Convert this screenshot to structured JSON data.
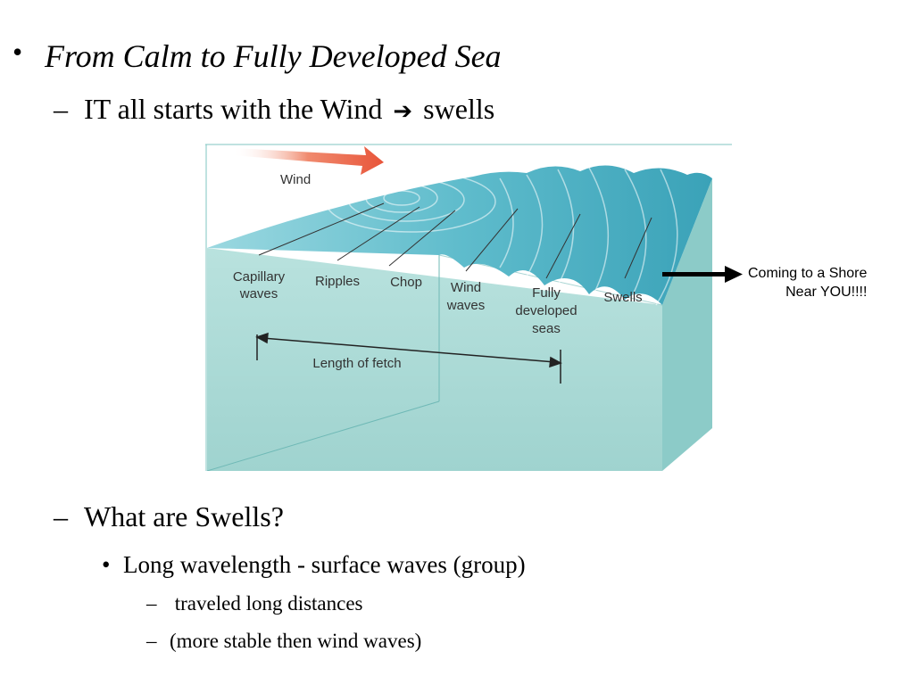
{
  "slide": {
    "bullet1": {
      "marker": "•",
      "text": "From Calm to Fully Developed Sea"
    },
    "sub1": {
      "marker": "–",
      "text_before": "IT all starts with the Wind",
      "arrow": "➔",
      "text_after": "swells"
    },
    "sub2": {
      "marker": "–",
      "text": "What are Swells?"
    },
    "sub2_bullet": {
      "marker": "•",
      "text": "Long wavelength - surface waves (group)"
    },
    "sub3_items": [
      {
        "marker": "–",
        "text": " traveled long distances"
      },
      {
        "marker": "–",
        "text": "(more stable then wind waves)"
      }
    ]
  },
  "figure": {
    "wind_label": "Wind",
    "labels": {
      "capillary": [
        "Capillary",
        "waves"
      ],
      "ripples": "Ripples",
      "chop": "Chop",
      "wind_waves": [
        "Wind",
        "waves"
      ],
      "fully_developed": [
        "Fully",
        "developed",
        "seas"
      ],
      "swells": "Swells",
      "fetch": "Length of fetch"
    },
    "colors": {
      "water_top": "#5fbccc",
      "water_side": "#a9d9d6",
      "wind_arrow": "#e8553a"
    }
  },
  "callout": {
    "line1": "Coming to a Shore",
    "line2": "Near YOU!!!!"
  }
}
